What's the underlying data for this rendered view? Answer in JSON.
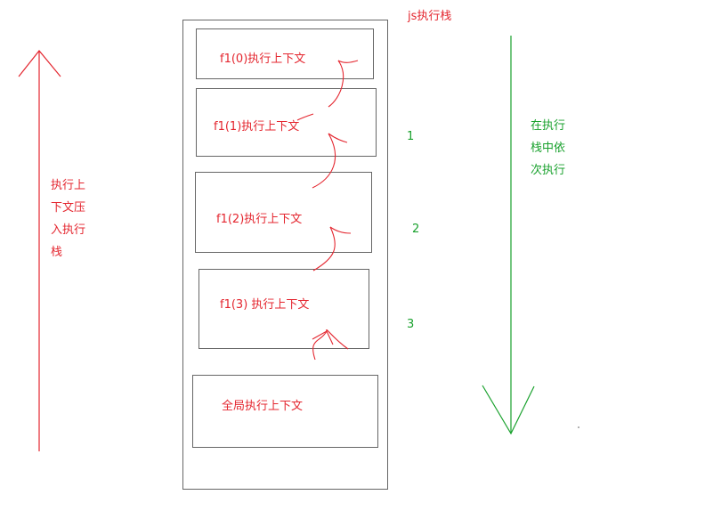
{
  "stack": {
    "title": "js执行栈",
    "frames": [
      {
        "label": "f1(0)执行上下文"
      },
      {
        "label": "f1(1)执行上下文"
      },
      {
        "label": "f1(2)执行上下文"
      },
      {
        "label": "f1(3) 执行上下文"
      },
      {
        "label": "全局执行上下文"
      }
    ]
  },
  "push_note": "执行上下文压入执行栈",
  "exec_note": "在执行栈中依次执行",
  "step_numbers": [
    "1",
    "2",
    "3"
  ],
  "colors": {
    "push": "#e4262f",
    "exec": "#19a12d",
    "outline": "#666666"
  }
}
